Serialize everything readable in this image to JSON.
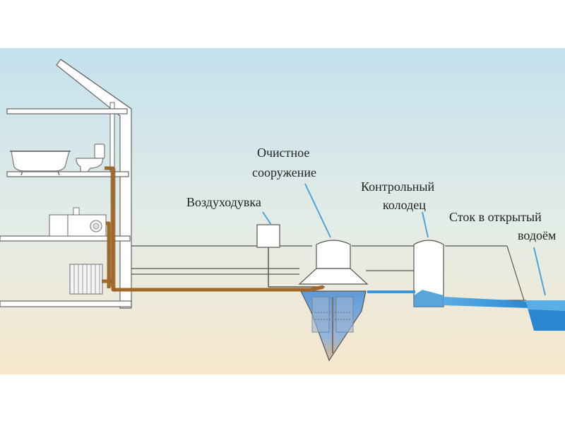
{
  "labels": {
    "blower": "Воздуходувка",
    "treatment_line1": "Очистное",
    "treatment_line2": "сооружение",
    "control_well_line1": "Контрольный",
    "control_well_line2": "колодец",
    "outlet_line1": "Сток в открытый",
    "outlet_line2": "водоём"
  },
  "colors": {
    "sky_top": "#c4e1ee",
    "ground_bottom": "#f6e7cc",
    "sewage_pipe": "#a0692b",
    "clean_water": "#3d95d6",
    "tank_water": "#6ea2d9",
    "outline": "#555555"
  }
}
